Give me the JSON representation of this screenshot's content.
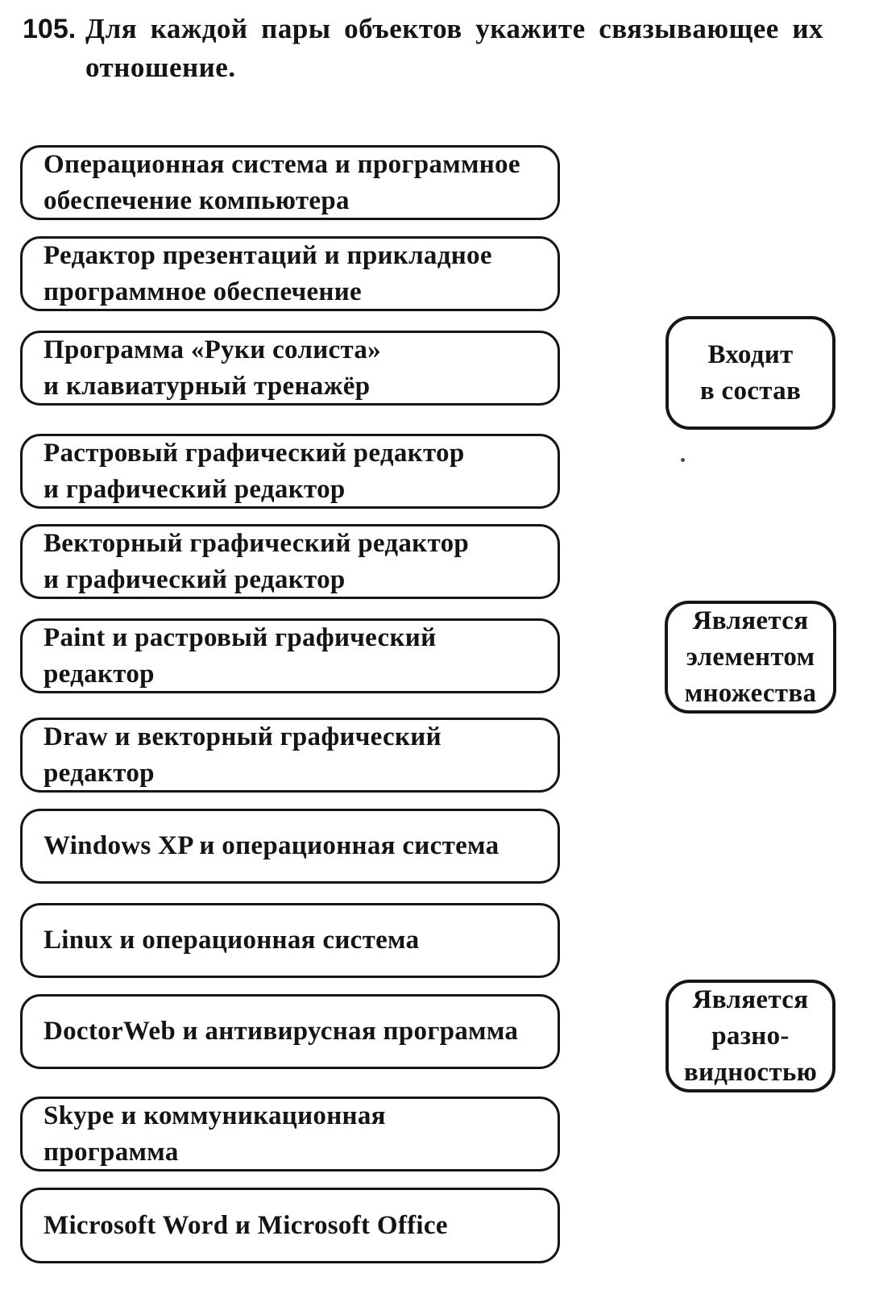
{
  "colors": {
    "paper": "#ffffff",
    "ink": "#161616"
  },
  "exercise": {
    "number": "105.",
    "instruction": "Для каждой пары объектов укажите связывающее их отношение."
  },
  "pairs": [
    "Операционная система и программное\nобеспечение компьютера",
    "Редактор презентаций и прикладное\nпрограммное обеспечение",
    "Программа «Руки солиста»\nи клавиатурный тренажёр",
    "Растровый графический редактор\nи графический редактор",
    "Векторный графический редактор\nи графический редактор",
    "Paint и растровый графический\nредактор",
    "Draw и векторный графический\nредактор",
    "Windows XP и операционная система",
    "Linux и операционная система",
    "DoctorWeb и антивирусная программа",
    "Skype и коммуникационная\nпрограмма",
    "Microsoft Word и Microsoft Office"
  ],
  "relations": [
    "Входит\nв состав",
    "Является\nэлементом\nмножества",
    "Является\nразно-\nвидностью"
  ]
}
